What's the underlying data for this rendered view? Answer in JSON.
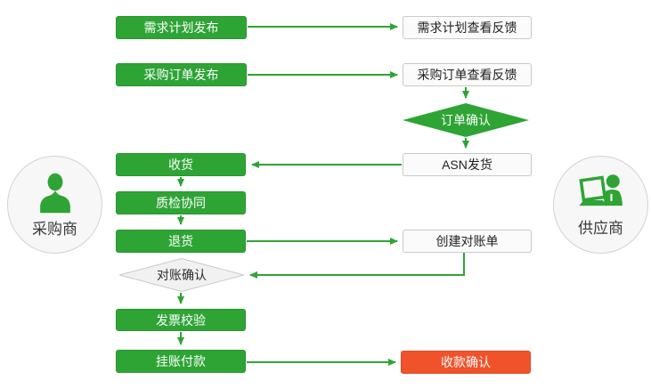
{
  "actors": {
    "buyer": "采购商",
    "supplier": "供应商"
  },
  "nodes": {
    "demand_plan_publish": "需求计划发布",
    "po_publish": "采购订单发布",
    "receive_goods": "收货",
    "quality_collab": "质检协同",
    "return_goods": "退货",
    "recon_confirm": "对账确认",
    "invoice_verify": "发票校验",
    "book_payment": "挂账付款",
    "demand_plan_feedback": "需求计划查看反馈",
    "po_feedback": "采购订单查看反馈",
    "order_confirm": "订单确认",
    "asn_ship": "ASN发货",
    "create_statement": "创建对账单",
    "payment_confirm": "收款确认"
  },
  "colors": {
    "green": "#2EA435",
    "red": "#F0532B",
    "white_box_bg": "#FBFBFB",
    "white_box_border": "#C9C9C9",
    "gray_diamond_fill": "#F1F1F1",
    "gray_diamond_border": "#C9C9C9",
    "actor_circle_bg": "#F7F7F7",
    "text_dark": "#1F1F1F"
  }
}
